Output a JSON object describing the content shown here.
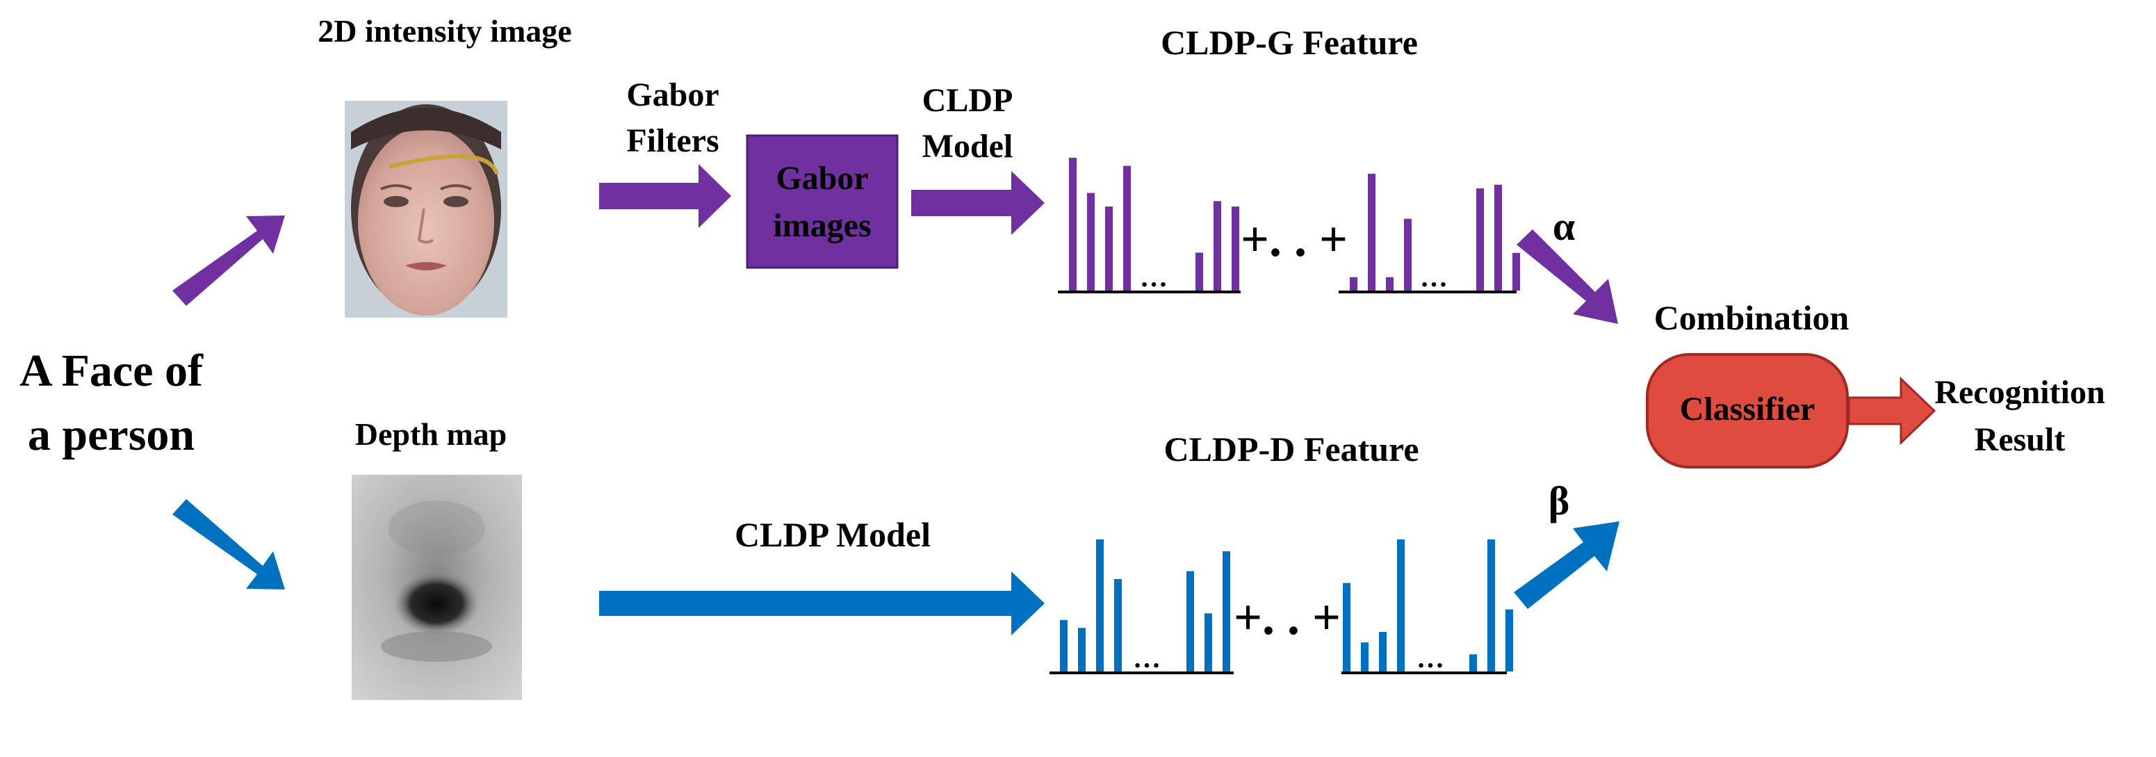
{
  "input": {
    "line1": "A Face of",
    "line2": "a person"
  },
  "top_branch": {
    "image_label": "2D intensity image",
    "filters_line1": "Gabor",
    "filters_line2": "Filters",
    "box_line1": "Gabor",
    "box_line2": "images",
    "model_line1": "CLDP",
    "model_line2": "Model",
    "feature_label": "CLDP-G Feature",
    "ellipsis": "…",
    "separator": "+. . +",
    "weight": "α",
    "hist_left": [
      0.98,
      0.72,
      0.62,
      0.92,
      0.0,
      0.0,
      0.0,
      0.28,
      0.66,
      0.62
    ],
    "hist_right": [
      0.11,
      0.96,
      0.11,
      0.59,
      0.0,
      0.0,
      0.0,
      0.84,
      0.87,
      0.31
    ]
  },
  "bottom_branch": {
    "image_label": "Depth map",
    "model_label": "CLDP Model",
    "feature_label": "CLDP-D Feature",
    "ellipsis": "…",
    "separator": "+. . +",
    "weight": "β",
    "hist_left": [
      0.39,
      0.33,
      1.0,
      0.7,
      0.0,
      0.0,
      0.0,
      0.76,
      0.44,
      0.91
    ],
    "hist_right": [
      0.67,
      0.22,
      0.3,
      1.0,
      0.0,
      0.0,
      0.0,
      0.13,
      1.0,
      0.47
    ]
  },
  "combination": {
    "label": "Combination",
    "classifier": "Classifier",
    "result_line1": "Recognition",
    "result_line2": "Result"
  },
  "colors": {
    "purple": "#7030A0",
    "blue": "#0070C0",
    "red": "#E04B40",
    "red_dark": "#A02A22"
  }
}
